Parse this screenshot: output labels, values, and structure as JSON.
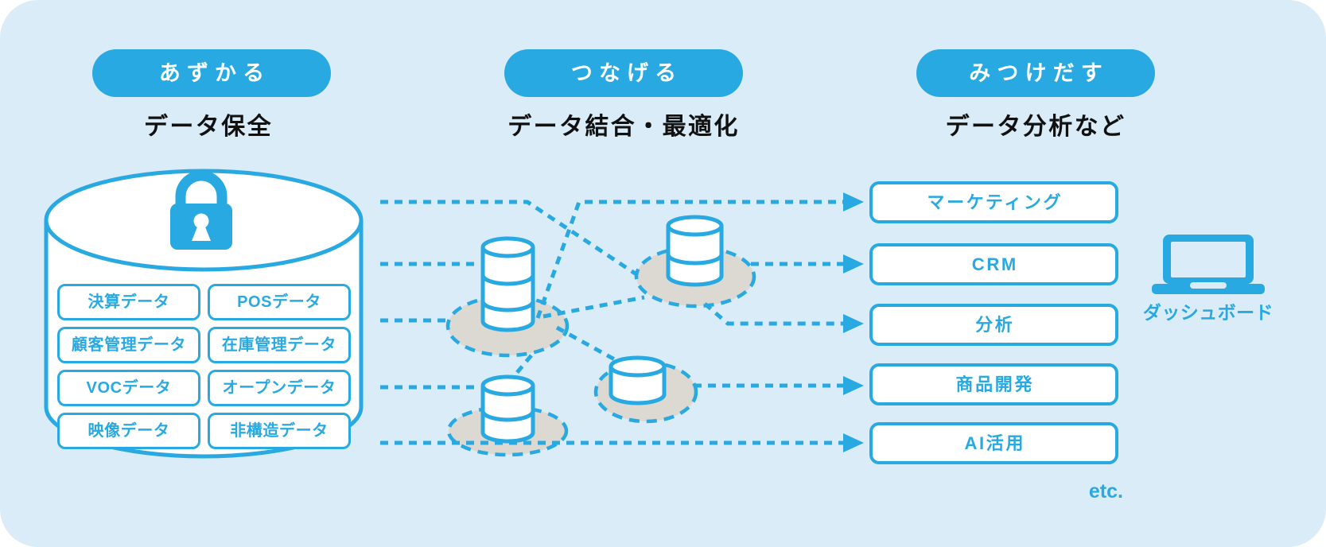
{
  "palette": {
    "accent": "#29a9e1",
    "background": "#daecf8",
    "cluster_gray": "#dcd8d2",
    "text_dark": "#111111",
    "white": "#ffffff"
  },
  "columns": [
    {
      "pill": "あずかる",
      "subtitle": "データ保全"
    },
    {
      "pill": "つなげる",
      "subtitle": "データ結合・最適化"
    },
    {
      "pill": "みつけだす",
      "subtitle": "データ分析など"
    }
  ],
  "vault": {
    "items": [
      "決算データ",
      "POSデータ",
      "顧客管理データ",
      "在庫管理データ",
      "VOCデータ",
      "オープンデータ",
      "映像データ",
      "非構造データ"
    ]
  },
  "outputs": {
    "boxes": [
      "マーケティング",
      "CRM",
      "分析",
      "商品開発",
      "AI活用"
    ],
    "etc_label": "etc."
  },
  "dashboard": {
    "label": "ダッシュボード"
  }
}
